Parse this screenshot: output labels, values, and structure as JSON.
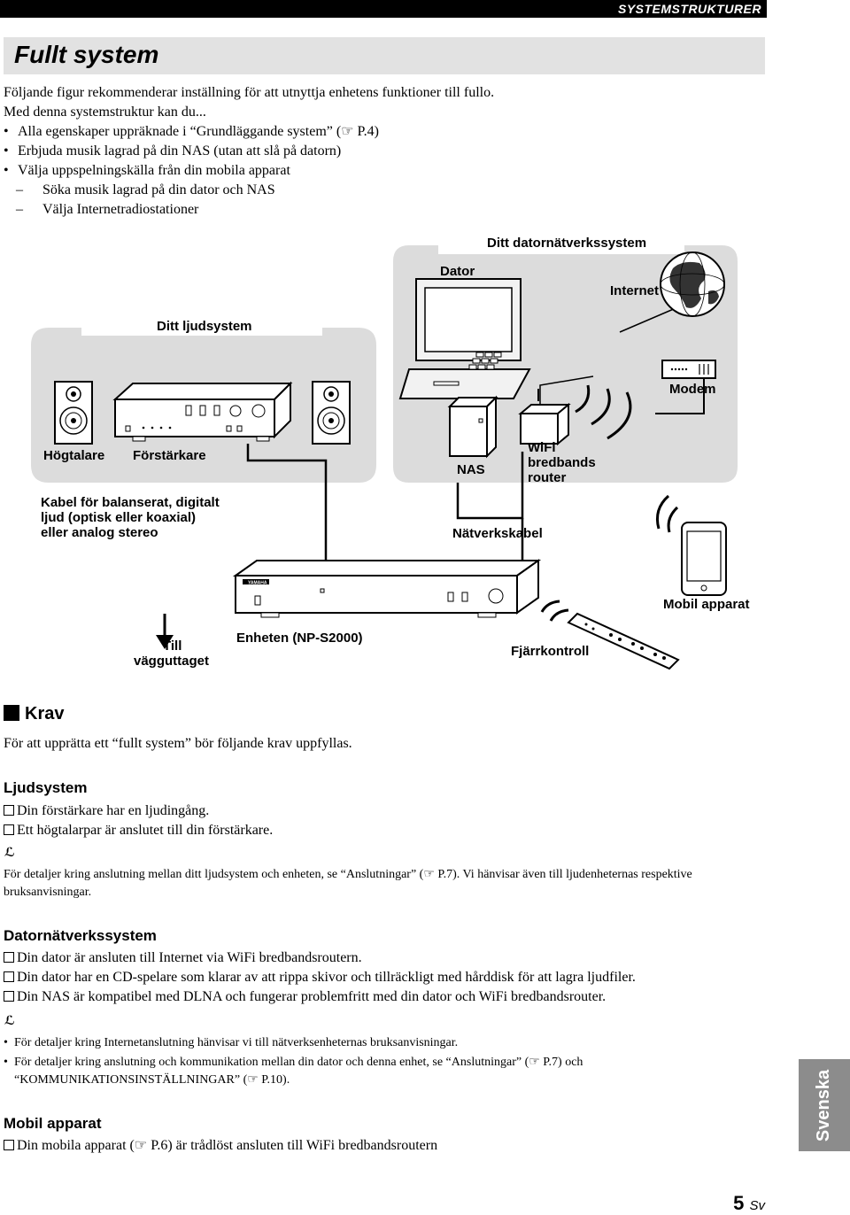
{
  "header": {
    "section": "SYSTEMSTRUKTURER"
  },
  "page": {
    "title": "Fullt system"
  },
  "intro": {
    "line1": "Följande figur rekommenderar inställning för att utnyttja enhetens funktioner till fullo.",
    "line2": "Med denna systemstruktur kan du...",
    "bullets": [
      "Alla egenskaper uppräknade i “Grundläggande system” (☞ P.4)",
      "Erbjuda musik lagrad på din NAS (utan att slå på datorn)",
      "Välja uppspelningskälla från din mobila apparat"
    ],
    "subitems": [
      "Söka musik lagrad på din dator och NAS",
      "Välja Internetradiostationer"
    ]
  },
  "diagram": {
    "network_system": "Ditt datornätverkssystem",
    "computer": "Dator",
    "internet": "Internet",
    "audio_system": "Ditt ljudsystem",
    "modem": "Modem",
    "speakers": "Högtalare",
    "amplifier": "Förstärkare",
    "nas": "NAS",
    "router_line1": "WiFi",
    "router_line2": "bredbands",
    "router_line3": "router",
    "cable_line1": "Kabel för balanserat, digitalt",
    "cable_line2": "ljud (optisk eller koaxial)",
    "cable_line3": "eller analog stereo",
    "network_cable": "Nätverkskabel",
    "mobile": "Mobil apparat",
    "wall_line1": "Till",
    "wall_line2": "vägguttaget",
    "unit": "Enheten (NP-S2000)",
    "remote": "Fjärrkontroll",
    "brand": "YAMAHA"
  },
  "requirements": {
    "heading": "Krav",
    "intro": "För att upprätta ett “fullt system” bör följande krav uppfyllas.",
    "audio_heading": "Ljudsystem",
    "audio_items": [
      "Din förstärkare har en ljudingång.",
      "Ett högtalarpar är anslutet till din förstärkare."
    ],
    "audio_note": "För detaljer kring anslutning mellan ditt ljudsystem och enheten, se “Anslutningar” (☞ P.7). Vi hänvisar även till ljudenheternas respektive bruksanvisningar.",
    "network_heading": "Datornätverkssystem",
    "network_items": [
      "Din dator är ansluten till Internet via WiFi bredbandsroutern.",
      "Din dator har en CD-spelare som klarar av att rippa skivor och tillräckligt med hårddisk för att lagra ljudfiler.",
      "Din NAS är kompatibel med DLNA och fungerar problemfritt med din dator och WiFi bredbandsrouter."
    ],
    "network_notes": [
      "För detaljer kring Internetanslutning hänvisar vi till nätverksenheternas bruksanvisningar.",
      "För detaljer kring anslutning och kommunikation mellan din dator och denna enhet, se “Anslutningar” (☞ P.7) och “KOMMUNIKATIONSINSTÄLLNINGAR” (☞ P.10)."
    ],
    "mobile_heading": "Mobil apparat",
    "mobile_items": [
      "Din mobila apparat (☞ P.6) är trådlöst ansluten till WiFi bredbandsroutern"
    ]
  },
  "sidebar": {
    "language": "Svenska"
  },
  "footer": {
    "page_number": "5",
    "lang_code": "Sv"
  },
  "icons": [
    "hint-icon",
    "section-square-icon",
    "checkbox-icon"
  ]
}
